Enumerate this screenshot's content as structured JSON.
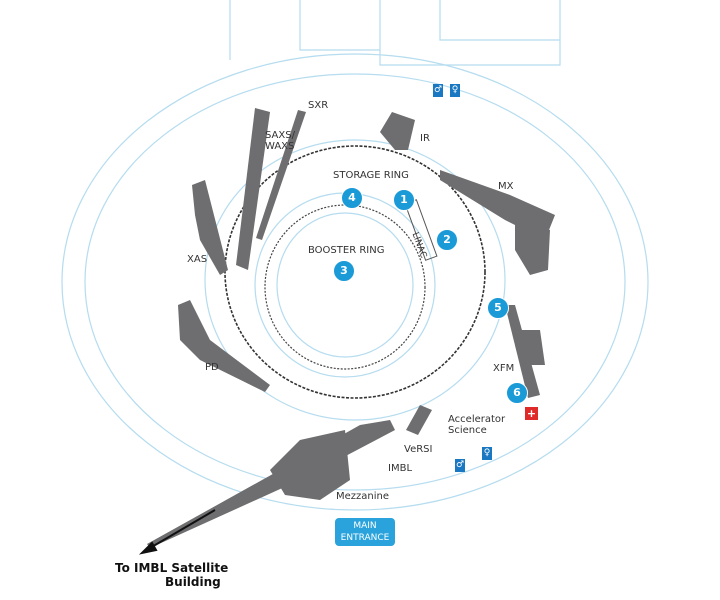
{
  "beamlines": {
    "sxr": "SXR",
    "saxs_waxs_line1": "SAXS/",
    "saxs_waxs_line2": "WAXS",
    "ir": "IR",
    "mx": "MX",
    "xas": "XAS",
    "pd": "PD",
    "xfm": "XFM",
    "versi": "VeRSI",
    "imbl": "IMBL"
  },
  "facilities": {
    "storage_ring": "STORAGE RING",
    "booster_ring": "BOOSTER RING",
    "linac": "LINAC",
    "accelerator_science_line1": "Accelerator",
    "accelerator_science_line2": "Science",
    "mezzanine": "Mezzanine"
  },
  "markers": [
    "1",
    "2",
    "3",
    "4",
    "5",
    "6"
  ],
  "entrance": {
    "line1": "MAIN",
    "line2": "ENTRANCE"
  },
  "satellite": {
    "line1": "To IMBL Satellite",
    "line2": "Building"
  },
  "icons": {
    "restroom": "restroom-icon",
    "first_aid": "first-aid-icon"
  },
  "colors": {
    "accent": "#1a9ad6",
    "beamline": "#6e6e70",
    "plan": "#a9d6ec",
    "first_aid": "#e02a2a"
  }
}
